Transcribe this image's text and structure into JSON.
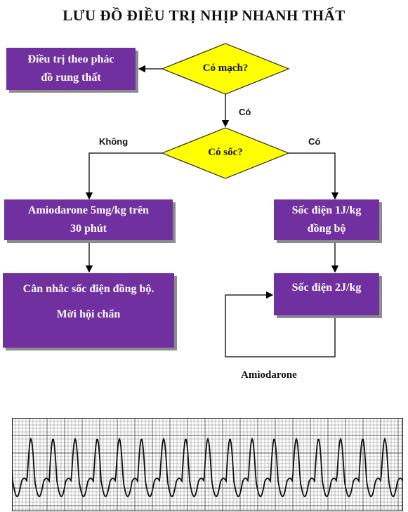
{
  "title": "LƯU ĐỒ ĐIỀU TRỊ NHỊP NHANH THẤT",
  "decisions": {
    "pulse": "Có mạch?",
    "shock": "Có sốc?"
  },
  "edges": {
    "pulse_yes": "Có",
    "shock_no": "Không",
    "shock_yes": "Có",
    "loop": "Amiodarone"
  },
  "boxes": {
    "vf_protocol": [
      "Điều trị theo phác",
      "đồ rung thất"
    ],
    "amiodarone": [
      "Amiodarone 5mg/kg trên",
      "30 phút"
    ],
    "consider": [
      "Cân nhắc sốc điện đồng bộ.",
      "Mời hội chẩn"
    ],
    "shock1": [
      "Sốc điện 1J/kg",
      "đồng bộ"
    ],
    "shock2": [
      "Sốc điện 2J/kg"
    ]
  },
  "colors": {
    "box": "#7030a0",
    "diamond": "#ffff00",
    "box_shadow": "#8c8c8c",
    "ecg_grid": "#555555"
  }
}
